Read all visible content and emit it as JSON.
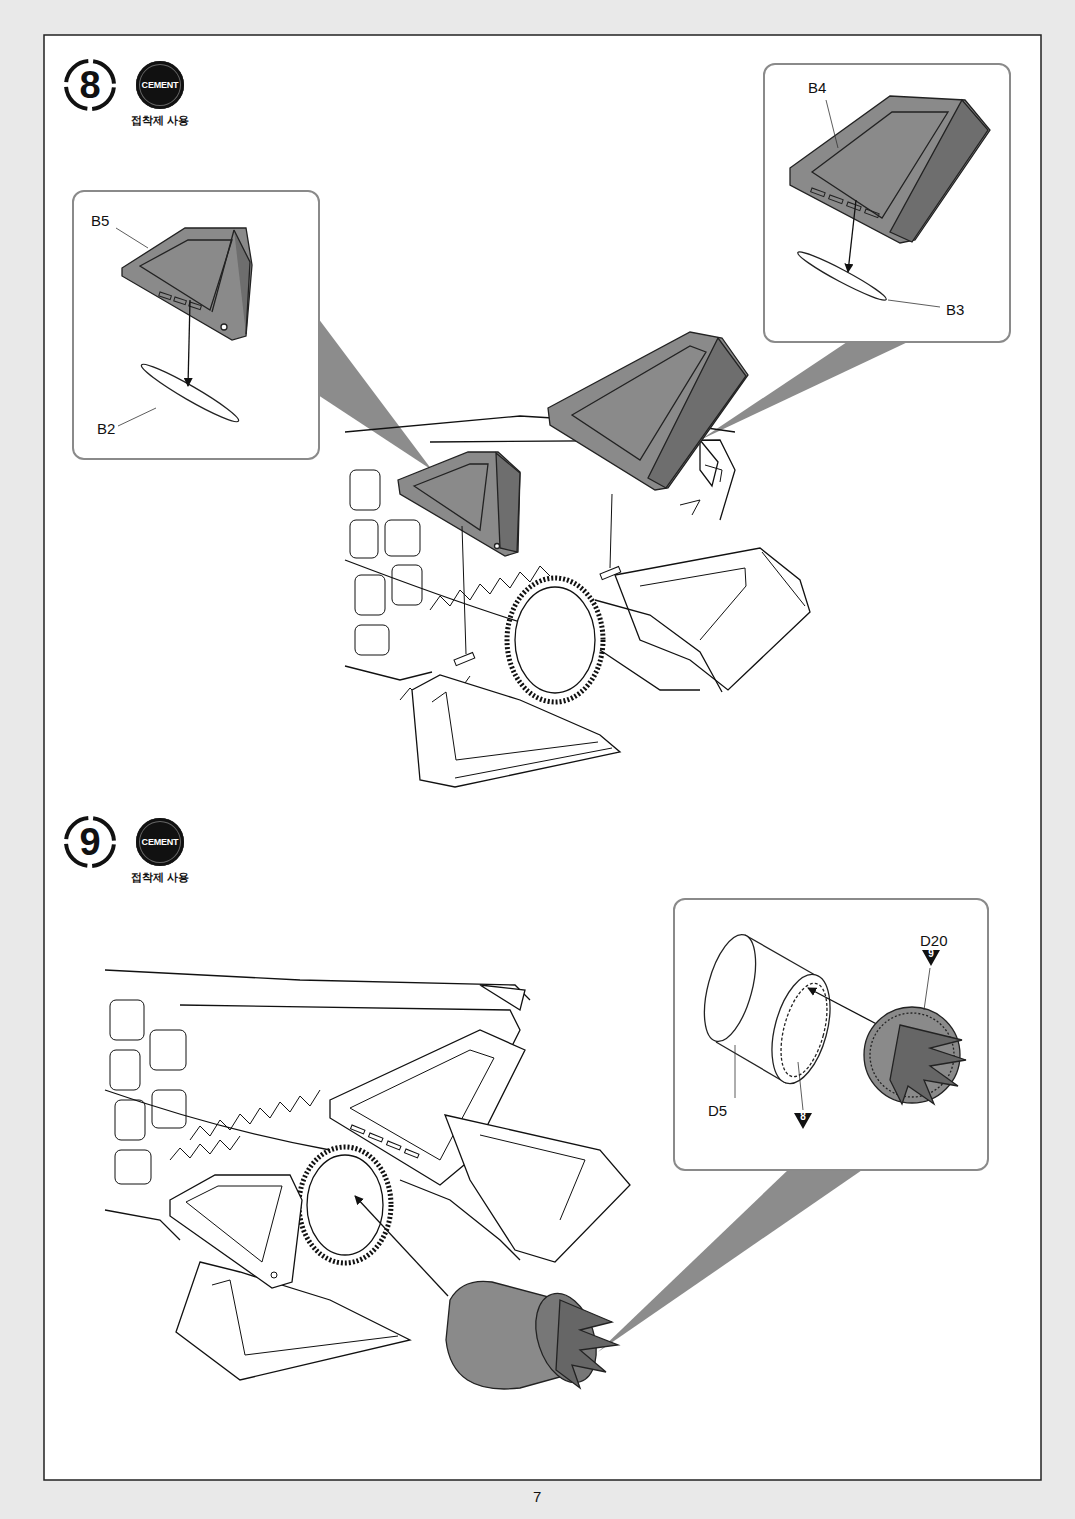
{
  "diagram": {
    "nodes": [
      {
        "text": [
          "8"
        ]
      },
      {
        "text": [
          "CEMENT",
          "접착제 사용"
        ]
      },
      {
        "text": [
          "B4",
          "B3"
        ]
      },
      {
        "text": [
          "B5",
          "B2"
        ]
      },
      {
        "text": [
          "9"
        ]
      },
      {
        "text": [
          "CEMENT",
          "접착제 사용"
        ]
      },
      {
        "text": [
          "D20",
          "D5"
        ]
      },
      {
        "text": [
          "9"
        ],
        "in": 6
      },
      {
        "text": [
          "8"
        ],
        "in": 6
      }
    ],
    "labels": [
      "7"
    ]
  }
}
